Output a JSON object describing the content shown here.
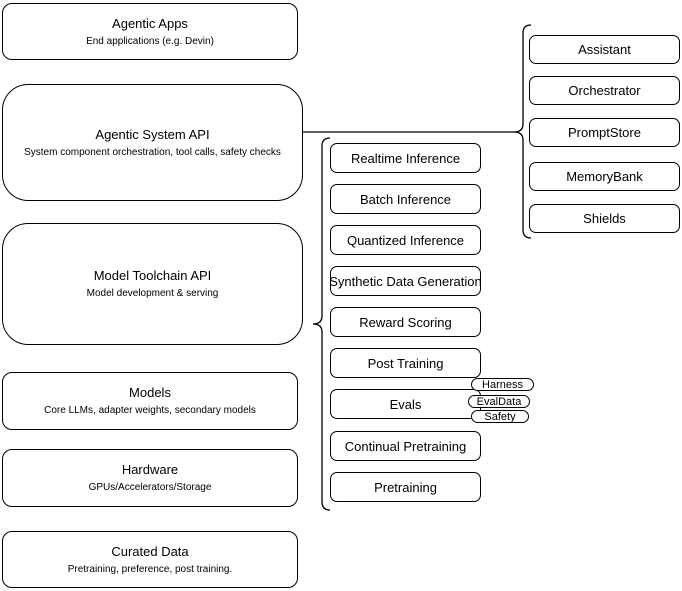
{
  "diagram": {
    "stack": [
      {
        "title": "Agentic Apps",
        "subtitle": "End applications (e.g. Devin)"
      },
      {
        "title": "Agentic System API",
        "subtitle": "System component orchestration, tool calls, safety checks"
      },
      {
        "title": "Model Toolchain API",
        "subtitle": "Model development & serving"
      },
      {
        "title": "Models",
        "subtitle": "Core LLMs, adapter weights, secondary models"
      },
      {
        "title": "Hardware",
        "subtitle": "GPUs/Accelerators/Storage"
      },
      {
        "title": "Curated Data",
        "subtitle": "Pretraining, preference, post training."
      }
    ],
    "toolchain": {
      "items": [
        "Realtime Inference",
        "Batch Inference",
        "Quantized Inference",
        "Synthetic Data Generation",
        "Reward Scoring",
        "Post Training",
        "Evals",
        "Continual Pretraining",
        "Pretraining"
      ]
    },
    "evals_pills": [
      "Harness",
      "EvalData",
      "Safety"
    ],
    "system_components": [
      "Assistant",
      "Orchestrator",
      "PromptStore",
      "MemoryBank",
      "Shields"
    ],
    "colors": {
      "stroke": "#000000",
      "fill": "#ffffff",
      "text": "#000000",
      "background": "#ffffff"
    }
  }
}
